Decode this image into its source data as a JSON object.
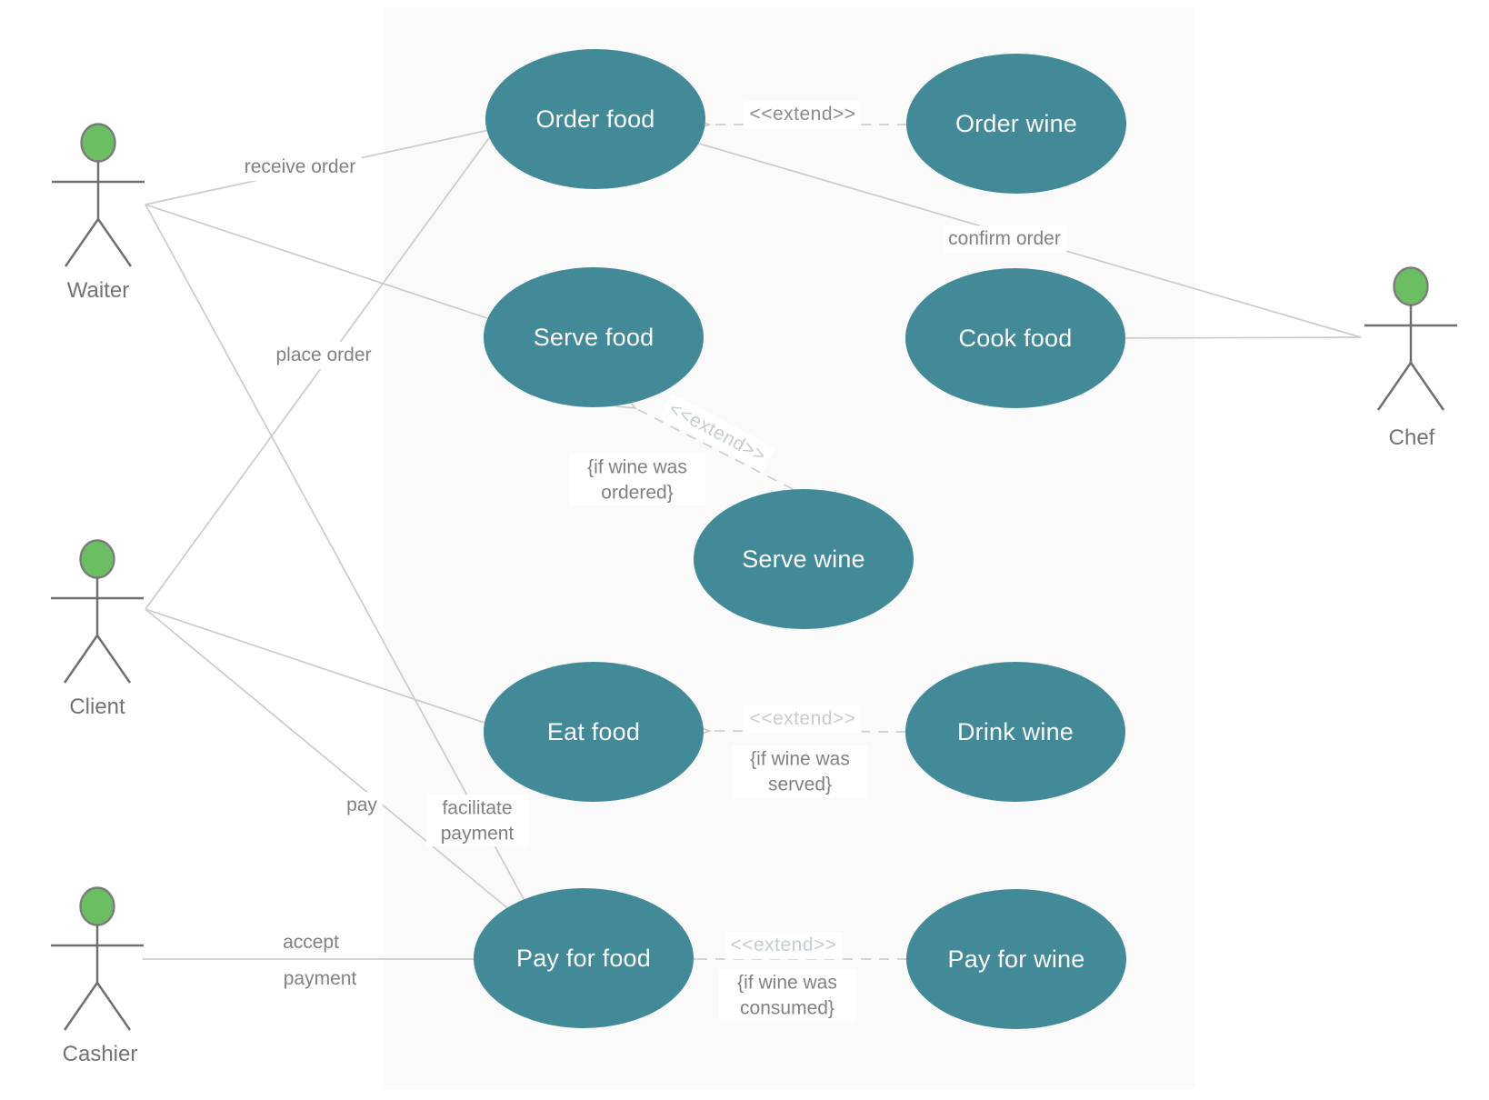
{
  "diagram_type": "uml-use-case-diagram",
  "colors": {
    "use_case_fill": "#438a99",
    "use_case_text": "#fbfbfb",
    "actor_head_fill": "#6cbe62",
    "actor_head_stroke": "#7b7b7b",
    "actor_line": "#6f6f6f",
    "association_line": "#cbcbcb",
    "extend_line": "#c9cfd2",
    "label_text": "#818181",
    "extend_stereotype_dark": "#8c8c8c",
    "extend_stereotype_light": "#c3cdd2",
    "system_boundary_fill": "#fafafa"
  },
  "actors": [
    {
      "label": "Waiter"
    },
    {
      "label": "Client"
    },
    {
      "label": "Cashier"
    },
    {
      "label": "Chef"
    }
  ],
  "use_cases": [
    {
      "label": "Order food"
    },
    {
      "label": "Order wine"
    },
    {
      "label": "Serve food"
    },
    {
      "label": "Cook food"
    },
    {
      "label": "Serve wine"
    },
    {
      "label": "Eat food"
    },
    {
      "label": "Drink wine"
    },
    {
      "label": "Pay for food"
    },
    {
      "label": "Pay for wine"
    }
  ],
  "association_labels": {
    "receive_order": "receive order",
    "place_order": "place order",
    "confirm_order": "confirm order",
    "pay": "pay",
    "facilitate_payment": "facilitate payment",
    "accept": "accept",
    "payment": "payment"
  },
  "extend": {
    "stereotype": "<<extend>>",
    "guard_ordered": "{if wine was ordered}",
    "guard_served": "{if wine was served}",
    "guard_consumed": "{if wine was consumed}"
  },
  "relationships": [
    {
      "from": "Waiter",
      "to": "Order food",
      "label": "receive order"
    },
    {
      "from": "Waiter",
      "to": "Serve food",
      "label": ""
    },
    {
      "from": "Waiter",
      "to": "Pay for food",
      "label": "facilitate payment"
    },
    {
      "from": "Client",
      "to": "Order food",
      "label": "place order"
    },
    {
      "from": "Client",
      "to": "Eat food",
      "label": ""
    },
    {
      "from": "Client",
      "to": "Pay for food",
      "label": "pay"
    },
    {
      "from": "Cashier",
      "to": "Pay for food",
      "label": "accept payment"
    },
    {
      "from": "Order food",
      "to": "Chef",
      "label": "confirm order"
    },
    {
      "from": "Cook food",
      "to": "Chef",
      "label": ""
    },
    {
      "type": "extend",
      "from": "Order wine",
      "to": "Order food",
      "guard": ""
    },
    {
      "type": "extend",
      "from": "Serve wine",
      "to": "Serve food",
      "guard": "{if wine was ordered}"
    },
    {
      "type": "extend",
      "from": "Drink wine",
      "to": "Eat food",
      "guard": "{if wine was served}"
    },
    {
      "type": "extend",
      "from": "Pay for wine",
      "to": "Pay for food",
      "guard": "{if wine was consumed}"
    }
  ]
}
